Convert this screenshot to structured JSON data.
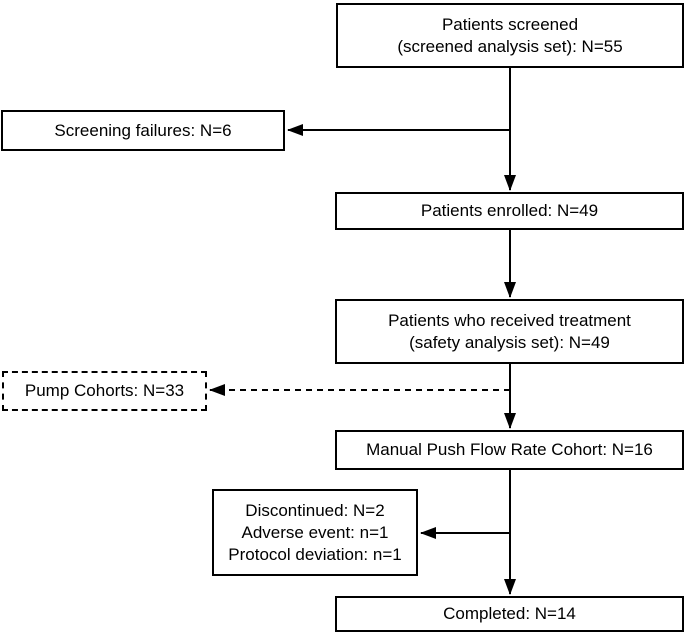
{
  "colors": {
    "background": "#ffffff",
    "line": "#000000",
    "text": "#000000"
  },
  "flowchart": {
    "boxes": {
      "screened": {
        "text": "Patients screened\n(screened analysis set): N=55"
      },
      "screening_failures": {
        "text": "Screening failures: N=6"
      },
      "enrolled": {
        "text": "Patients enrolled: N=49"
      },
      "treated": {
        "text": "Patients who received treatment\n(safety analysis set): N=49"
      },
      "pump_cohorts": {
        "text": "Pump Cohorts: N=33"
      },
      "manual_push": {
        "text": "Manual Push Flow Rate Cohort: N=16"
      },
      "discontinued": {
        "text": "Discontinued: N=2\nAdverse event: n=1\nProtocol deviation: n=1"
      },
      "completed": {
        "text": "Completed: N=14"
      }
    }
  }
}
